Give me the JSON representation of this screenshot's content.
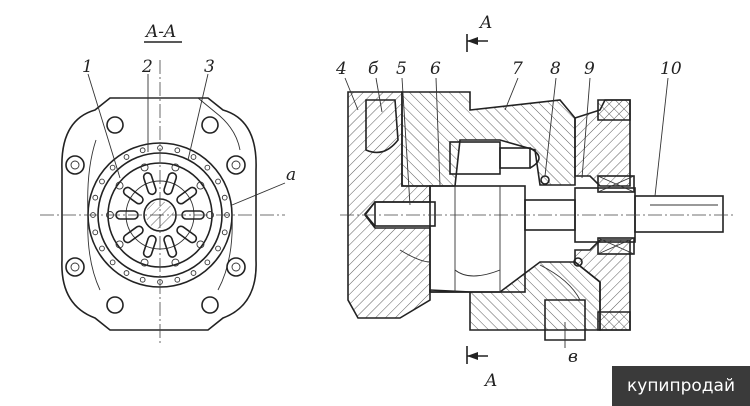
{
  "section": {
    "title": "A-A"
  },
  "labels": [
    "1",
    "2",
    "3",
    "а",
    "4",
    "б",
    "5",
    "6",
    "7",
    "8",
    "9",
    "10",
    "в"
  ],
  "cut": {
    "top": "A",
    "bottom": "A"
  },
  "watermark": "купипродай"
}
